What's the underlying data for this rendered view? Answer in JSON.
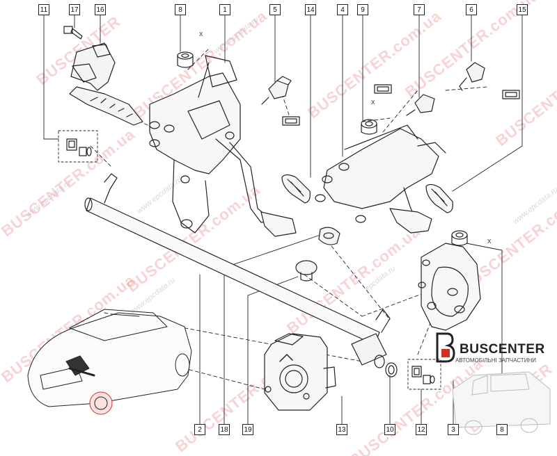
{
  "callouts": [
    {
      "label": "11"
    },
    {
      "label": "17"
    },
    {
      "label": "16"
    },
    {
      "label": "8"
    },
    {
      "label": "1"
    },
    {
      "label": "5"
    },
    {
      "label": "14"
    },
    {
      "label": "4"
    },
    {
      "label": "9"
    },
    {
      "label": "7"
    },
    {
      "label": "6"
    },
    {
      "label": "15"
    },
    {
      "label": "2"
    },
    {
      "label": "18"
    },
    {
      "label": "19"
    },
    {
      "label": "13"
    },
    {
      "label": "10"
    },
    {
      "label": "12"
    },
    {
      "label": "3"
    },
    {
      "label": "8"
    }
  ],
  "marks": {
    "x_label": "X"
  },
  "watermarks": {
    "large": "BUSCENTER",
    "large_domain": "BUSCENTER.com.ua",
    "small": "www.epcdata.ru",
    "small_alt": "epcdata.ru"
  },
  "brand": {
    "name": "BUSCENTER",
    "tagline": "АВТОМОБІЛЬНІ ЗАПЧАСТИНИ",
    "accent_color": "#d62b2b"
  },
  "colors": {
    "line": "#222222",
    "background": "#ffffff",
    "watermark": "#eb8282"
  }
}
